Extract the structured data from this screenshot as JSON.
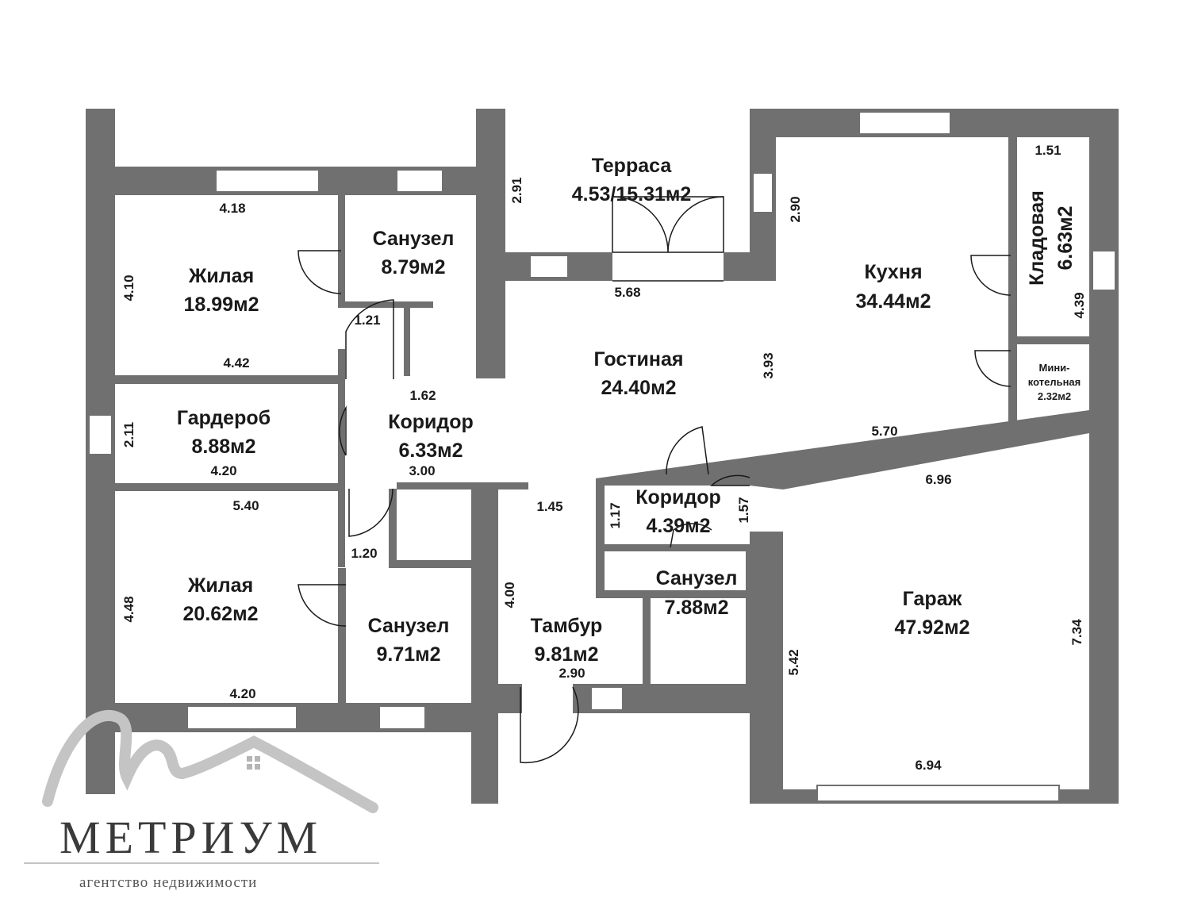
{
  "rooms": {
    "living1": {
      "name": "Жилая",
      "area": "18.99м2"
    },
    "bath1": {
      "name": "Санузел",
      "area": "8.79м2"
    },
    "terrace": {
      "name": "Терраса",
      "area": "4.53/15.31м2"
    },
    "kitchen": {
      "name": "Кухня",
      "area": "34.44м2"
    },
    "pantry": {
      "name": "Кладовая",
      "area": "6.63м2"
    },
    "boiler": {
      "name_1": "Мини-",
      "name_2": "котельная",
      "area": "2.32м2"
    },
    "lounge": {
      "name": "Гостиная",
      "area": "24.40м2"
    },
    "wardrobe": {
      "name": "Гардероб",
      "area": "8.88м2"
    },
    "corridor1": {
      "name": "Коридор",
      "area": "6.33м2"
    },
    "corridor2": {
      "name": "Коридор",
      "area": "4.39м2"
    },
    "living2": {
      "name": "Жилая",
      "area": "20.62м2"
    },
    "bath2": {
      "name": "Санузел",
      "area": "9.71м2"
    },
    "vestibule": {
      "name": "Тамбур",
      "area": "9.81м2"
    },
    "bath3": {
      "name": "Санузел",
      "area": "7.88м2"
    },
    "garage": {
      "name": "Гараж",
      "area": "47.92м2"
    }
  },
  "dimensions": {
    "d418": "4.18",
    "d410": "4.10",
    "d442": "4.42",
    "d121": "1.21",
    "d291": "2.91",
    "d568": "5.68",
    "d290a": "2.90",
    "d151": "1.51",
    "d439": "4.39",
    "d393": "3.93",
    "d162": "1.62",
    "d211": "2.11",
    "d420a": "4.20",
    "d300": "3.00",
    "d570": "5.70",
    "d696": "6.96",
    "d540": "5.40",
    "d145": "1.45",
    "d117": "1.17",
    "d157": "1.57",
    "d120": "1.20",
    "d448": "4.48",
    "d400": "4.00",
    "d420b": "4.20",
    "d290b": "2.90",
    "d542": "5.42",
    "d734": "7.34",
    "d694": "6.94"
  },
  "logo": {
    "name": "МЕТРИУМ",
    "tagline": "агентство недвижимости"
  },
  "colors": {
    "wall": "#707070",
    "window": "#ffffff",
    "text": "#1a1a1a",
    "logo_line": "#c4c4c4"
  }
}
